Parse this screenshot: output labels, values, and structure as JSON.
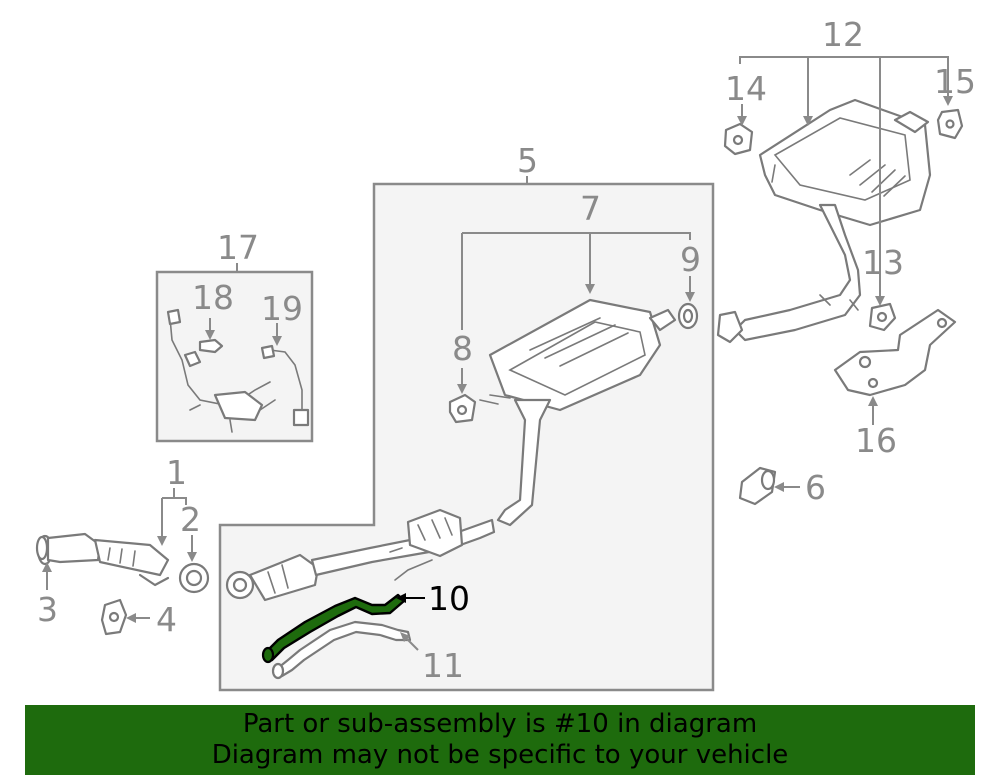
{
  "colors": {
    "banner_bg": "#1e6b0d",
    "highlight_part": "#1e6b0d",
    "callout_text": "#8a8a8a"
  },
  "highlighted_part": "10",
  "callouts": {
    "c1": "1",
    "c2": "2",
    "c3": "3",
    "c4": "4",
    "c5": "5",
    "c6": "6",
    "c7": "7",
    "c8": "8",
    "c9": "9",
    "c10": "10",
    "c11": "11",
    "c12": "12",
    "c13": "13",
    "c14": "14",
    "c15": "15",
    "c16": "16",
    "c17": "17",
    "c18": "18",
    "c19": "19"
  },
  "banner": {
    "line1": "Part or sub-assembly is #10 in diagram",
    "line2": "Diagram may not be specific to your vehicle"
  }
}
